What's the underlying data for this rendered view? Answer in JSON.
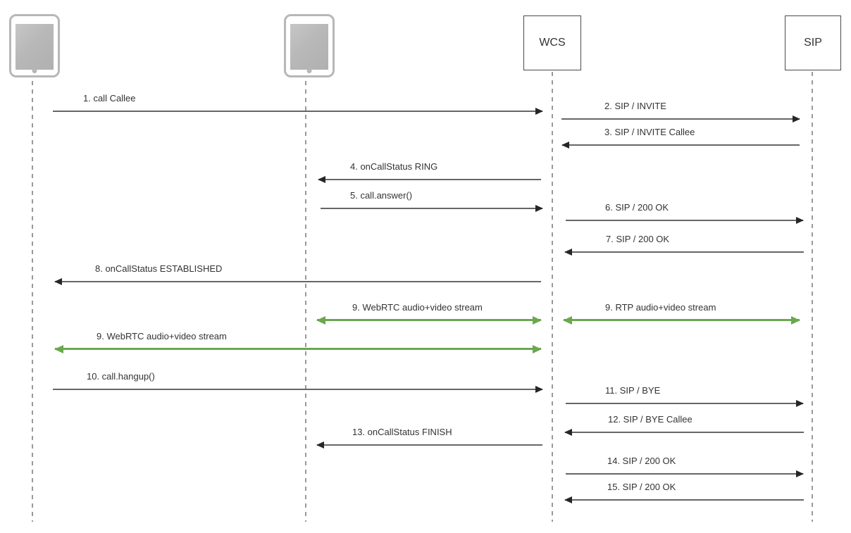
{
  "diagram": {
    "participants": [
      {
        "id": "caller-device",
        "kind": "tablet-icon",
        "label": ""
      },
      {
        "id": "callee-device",
        "kind": "tablet-icon",
        "label": ""
      },
      {
        "id": "wcs",
        "kind": "box",
        "label": "WCS"
      },
      {
        "id": "sip",
        "kind": "box",
        "label": "SIP"
      }
    ],
    "messages": [
      {
        "label": "1. call Callee",
        "from": "caller-device",
        "to": "wcs",
        "arrow": "right",
        "type": "signal"
      },
      {
        "label": "2. SIP / INVITE",
        "from": "wcs",
        "to": "sip",
        "arrow": "right",
        "type": "signal"
      },
      {
        "label": "3. SIP / INVITE Callee",
        "from": "sip",
        "to": "wcs",
        "arrow": "left",
        "type": "signal"
      },
      {
        "label": "4. onCallStatus RING",
        "from": "wcs",
        "to": "callee-device",
        "arrow": "left",
        "type": "signal"
      },
      {
        "label": "5. call.answer()",
        "from": "callee-device",
        "to": "wcs",
        "arrow": "right",
        "type": "signal"
      },
      {
        "label": "6. SIP / 200 OK",
        "from": "wcs",
        "to": "sip",
        "arrow": "right",
        "type": "signal"
      },
      {
        "label": "7. SIP / 200 OK",
        "from": "sip",
        "to": "wcs",
        "arrow": "left",
        "type": "signal"
      },
      {
        "label": "8. onCallStatus ESTABLISHED",
        "from": "wcs",
        "to": "caller-device",
        "arrow": "left",
        "type": "signal"
      },
      {
        "label": "9. WebRTC audio+video stream",
        "from": "callee-device",
        "to": "wcs",
        "arrow": "both",
        "type": "media"
      },
      {
        "label": "9. RTP audio+video stream",
        "from": "wcs",
        "to": "sip",
        "arrow": "both",
        "type": "media"
      },
      {
        "label": "9. WebRTC audio+video stream",
        "from": "caller-device",
        "to": "wcs",
        "arrow": "both",
        "type": "media"
      },
      {
        "label": "10. call.hangup()",
        "from": "caller-device",
        "to": "wcs",
        "arrow": "right",
        "type": "signal"
      },
      {
        "label": "11. SIP / BYE",
        "from": "wcs",
        "to": "sip",
        "arrow": "right",
        "type": "signal"
      },
      {
        "label": "12. SIP / BYE Callee",
        "from": "sip",
        "to": "wcs",
        "arrow": "left",
        "type": "signal"
      },
      {
        "label": "13. onCallStatus FINISH",
        "from": "wcs",
        "to": "callee-device",
        "arrow": "left",
        "type": "signal"
      },
      {
        "label": "14. SIP / 200 OK",
        "from": "wcs",
        "to": "sip",
        "arrow": "right",
        "type": "signal"
      },
      {
        "label": "15. SIP / 200 OK",
        "from": "sip",
        "to": "wcs",
        "arrow": "left",
        "type": "signal"
      }
    ],
    "colors": {
      "signal_line": "#666666",
      "signal_head": "#262626",
      "media_line": "#6aa84f",
      "lifeline": "#999999",
      "box_border": "#4a4a4a",
      "device_border": "#b7b7b7",
      "device_screen": "#b5b5b5",
      "label_text": "#333333"
    }
  }
}
